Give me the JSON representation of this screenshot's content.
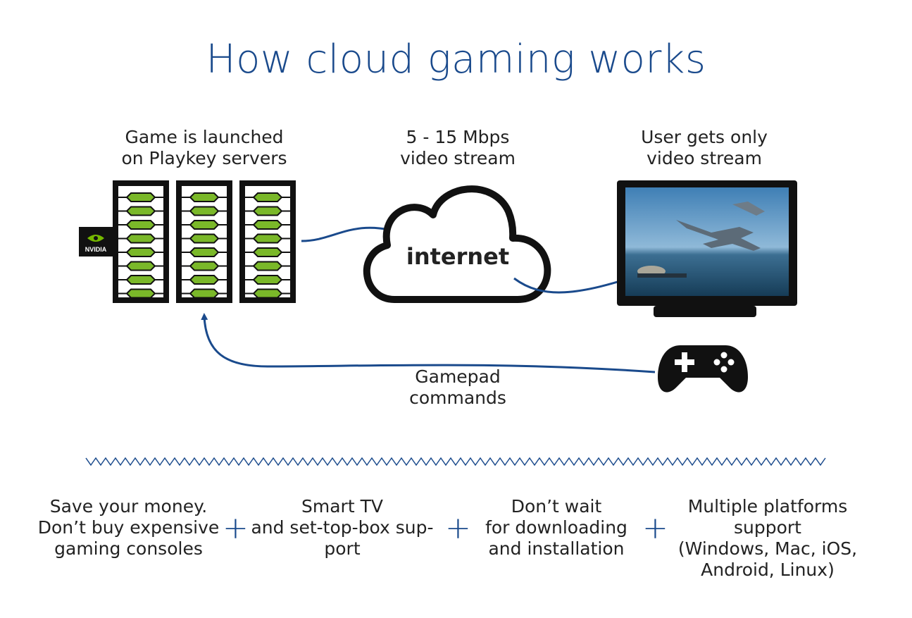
{
  "title": "How cloud gaming works",
  "labels": {
    "servers": "Game is launched\non Playkey servers",
    "stream": "5 - 15 Mbps\nvideo stream",
    "user": "User gets only\nvideo stream",
    "cloud": "internet",
    "gamepad": "Gamepad\ncommands",
    "nvidia_badge": "NVIDIA"
  },
  "benefits": [
    "Save your money.\nDon’t buy expensive\ngaming consoles",
    "Smart TV\nand set-top-box sup-\nport",
    "Don’t wait\nfor downloading\nand installation",
    "Multiple platforms\nsupport\n(Windows, Mac, iOS,\nAndroid, Linux)"
  ],
  "plus_sign": "+",
  "colors": {
    "accent_blue": "#1a4a8c",
    "server_slot_green": "#7ab829",
    "outline": "#111111"
  },
  "icons": [
    "nvidia-logo-icon",
    "server-rack-icon",
    "cloud-icon",
    "tv-monitor-icon",
    "gamepad-icon"
  ]
}
